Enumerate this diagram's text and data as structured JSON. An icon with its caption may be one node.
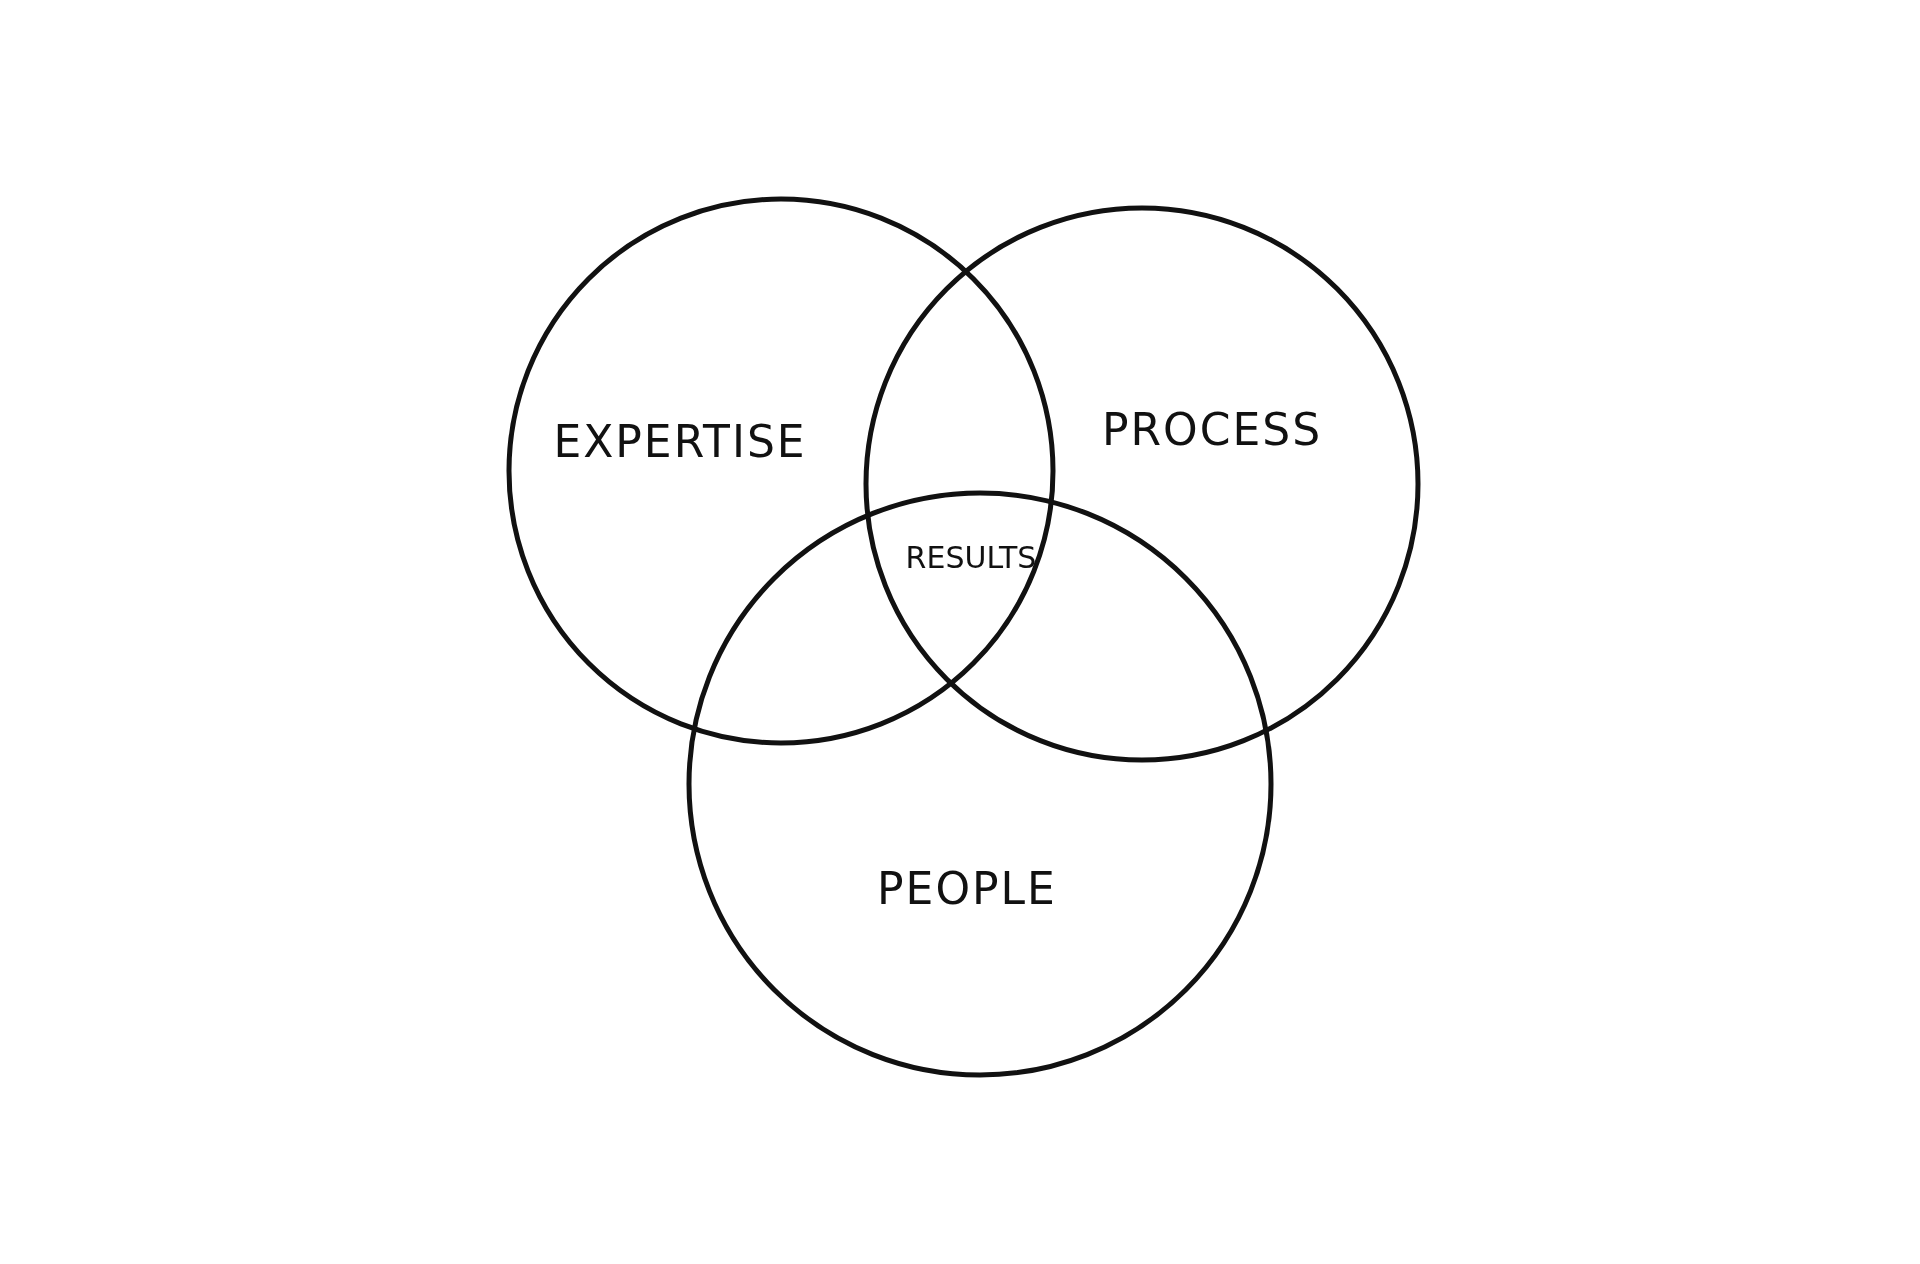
{
  "diagram": {
    "nodes": [
      {
        "text": [
          "EXPERTISE"
        ]
      },
      {
        "text": [
          "PROCESS"
        ]
      },
      {
        "text": [
          "PEOPLE"
        ]
      }
    ],
    "labels": [
      "RESULTS"
    ]
  }
}
